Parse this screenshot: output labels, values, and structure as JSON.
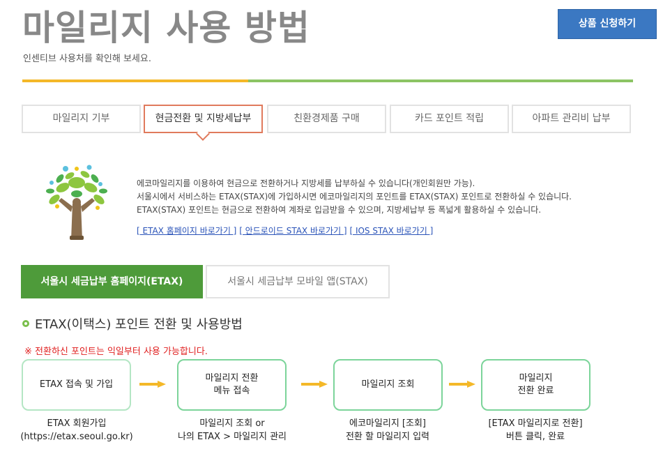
{
  "header": {
    "title": "마일리지 사용 방법",
    "subtitle": "인센티브 사용처를 확인해 보세요.",
    "apply_button": "상품 신청하기",
    "progress_fraction": 0.37
  },
  "tabs": [
    {
      "label": "마일리지 기부",
      "active": false
    },
    {
      "label": "현금전환 및 지방세납부",
      "active": true
    },
    {
      "label": "친환경제품 구매",
      "active": false
    },
    {
      "label": "카드 포인트 적립",
      "active": false
    },
    {
      "label": "아파트 관리비 납부",
      "active": false
    }
  ],
  "intro": {
    "illustration_icon": "tree-people-icon",
    "lines": [
      "에코마일리지를 이용하여 현금으로 전환하거나 지방세를 납부하실 수 있습니다(개인회원만 가능).",
      "서울시에서 서비스하는 ETAX(STAX)에 가입하시면 에코마일리지의 포인트를 ETAX(STAX) 포인트로 전환하실 수 있습니다.",
      "ETAX(STAX) 포인트는 현금으로 전환하여 계좌로 입금받을 수 있으며, 지방세납부 등 폭넓게 활용하실 수 있습니다."
    ],
    "links": [
      "[ ETAX 홈페이지 바로가기 ]",
      "[ 안드로이드 STAX 바로가기 ]",
      "[ IOS STAX 바로가기 ]"
    ]
  },
  "subtabs": [
    {
      "label": "서울시 세금납부 홈페이지(ETAX)",
      "active": true
    },
    {
      "label": "서울시 세금납부 모바일 앱(STAX)",
      "active": false
    }
  ],
  "section": {
    "title": "ETAX(이택스) 포인트 전환 및 사용방법",
    "notice": "※ 전환하신 포인트는 익일부터 사용 가능합니다."
  },
  "steps": [
    {
      "box": "ETAX 접속 및 가입",
      "desc": "ETAX 회원가입\n(https://etax.seoul.go.kr)"
    },
    {
      "box": "마일리지 전환\n메뉴 접속",
      "desc": "마일리지 조회 or\n나의 ETAX > 마일리지 관리"
    },
    {
      "box": "마일리지 조회",
      "desc": "에코마일리지 [조회]\n전환 할 마일리지 입력"
    },
    {
      "box": "마일리지\n전환 완료",
      "desc": "[ETAX 마일리지로 전환]\n버튼 클릭, 완료"
    }
  ],
  "colors": {
    "brand_green": "#4e9b3a",
    "accent_blue": "#3b78c2",
    "progress_yellow": "#f4b828",
    "progress_green": "#8cc464",
    "active_tab_border": "#e07a5c",
    "step_border": "#7cd49a",
    "arrow": "#f4b828",
    "notice_red": "#e02020"
  }
}
